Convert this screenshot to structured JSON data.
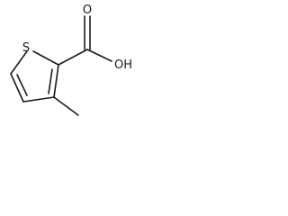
{
  "molecule": {
    "atoms": {
      "sulfur": "S",
      "hydroxyl": "OH",
      "carbonyl_oxygen": "O"
    }
  }
}
